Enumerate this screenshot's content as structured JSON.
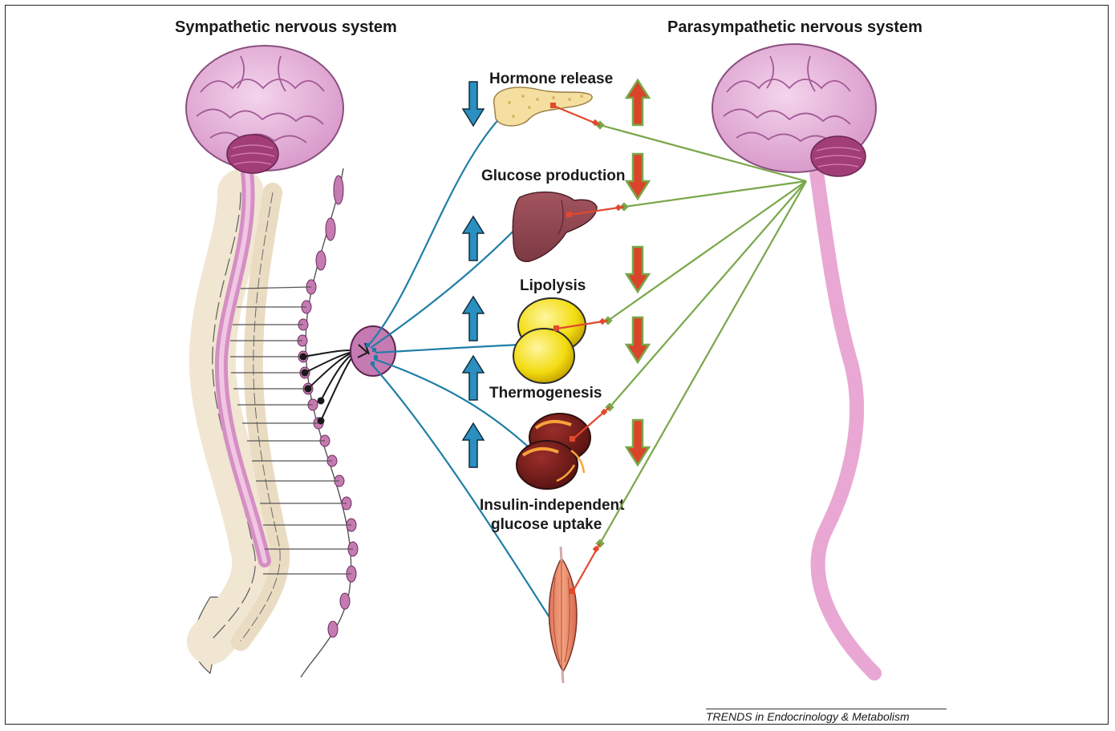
{
  "titles": {
    "left": "Sympathetic nervous system",
    "right": "Parasympathetic nervous system"
  },
  "labels": {
    "hormone": "Hormone release",
    "glucose_production": "Glucose production",
    "lipolysis": "Lipolysis",
    "thermogenesis": "Thermogenesis",
    "uptake_line1": "Insulin-independent",
    "uptake_line2": "glucose uptake"
  },
  "credit": "TRENDS in Endocrinology & Metabolism",
  "sympathetic_effects": [
    {
      "organ": "pancreas",
      "direction": "down"
    },
    {
      "organ": "liver",
      "direction": "up"
    },
    {
      "organ": "white-adipose",
      "direction": "up"
    },
    {
      "organ": "brown-adipose",
      "direction": "up"
    },
    {
      "organ": "muscle",
      "direction": "up"
    }
  ],
  "parasympathetic_effects": [
    {
      "organ": "pancreas",
      "direction": "up"
    },
    {
      "organ": "liver",
      "direction": "down"
    },
    {
      "organ": "white-adipose",
      "direction": "down"
    },
    {
      "organ": "brown-adipose",
      "direction": "down"
    },
    {
      "organ": "muscle",
      "direction": "down"
    }
  ],
  "colors": {
    "sympathetic_nerve": "#1f7ea6",
    "parasympathetic_nerve": "#79a74a",
    "postganglionic": "#e2492c",
    "arrow_blue": "#2b8fbf",
    "arrow_red": "#d9442b",
    "arrow_green_outline": "#7aa84a",
    "brain": "#e9b7dc",
    "cerebellum": "#a23e77",
    "spinal_cord": "#e8a8d3",
    "ganglion": "#c57bb2",
    "bone": "#f1e6d2"
  }
}
